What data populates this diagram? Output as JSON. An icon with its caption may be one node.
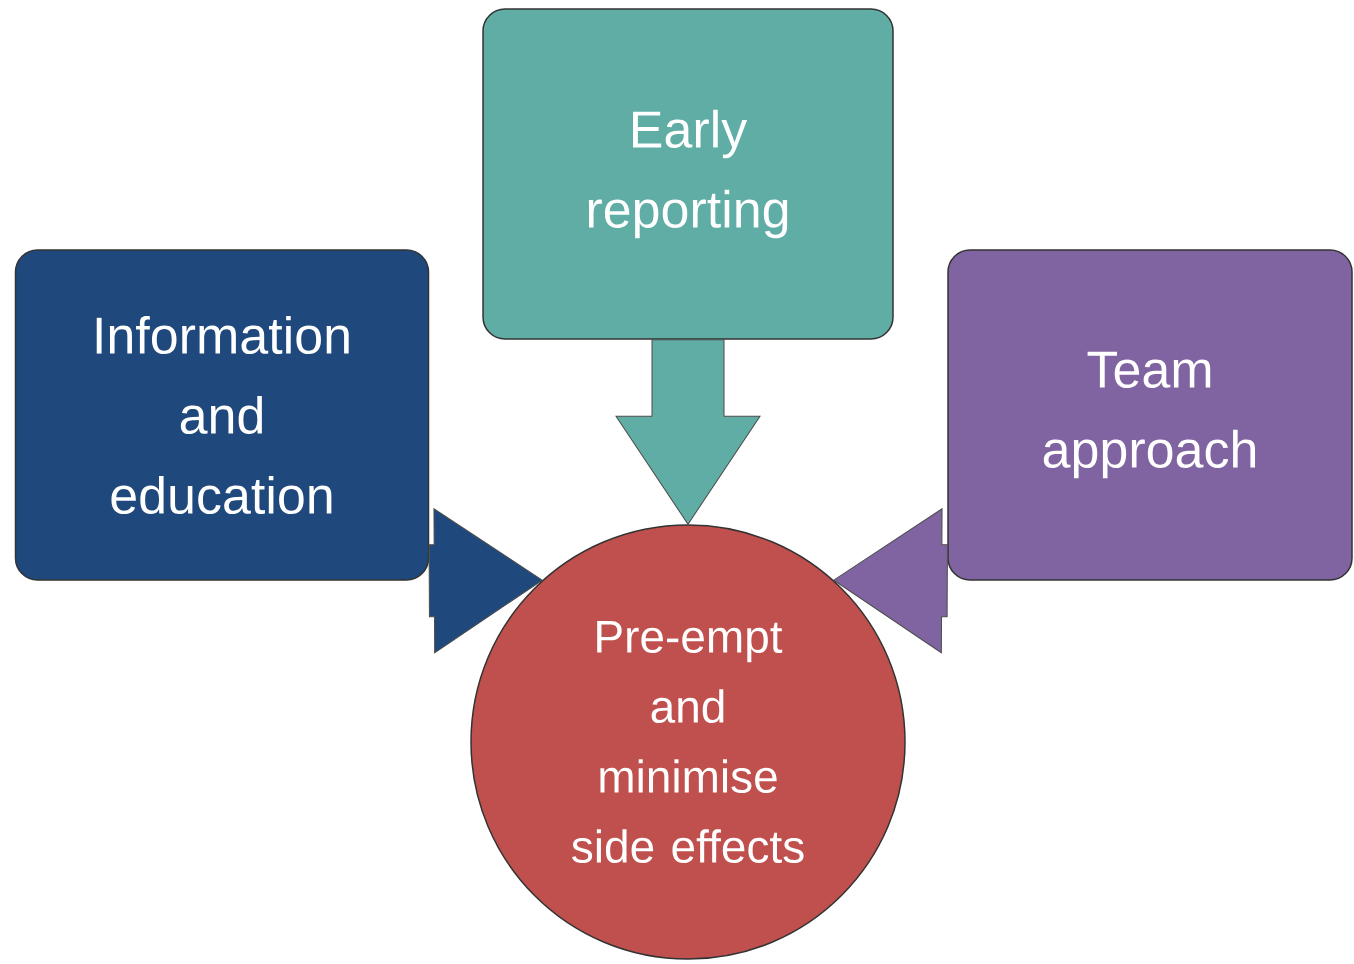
{
  "diagram": {
    "nodes": [
      {
        "text": [
          "Information and education"
        ]
      },
      {
        "text": [
          "Early reporting"
        ]
      },
      {
        "text": [
          "Team approach"
        ]
      },
      {
        "text": [
          "Pre-empt and minimise side effects"
        ]
      }
    ],
    "edges": [
      {
        "from": 0,
        "to": 3,
        "arrow": "to",
        "style": "thick",
        "color": "#1f497d"
      },
      {
        "from": 1,
        "to": 3,
        "arrow": "to",
        "style": "thick",
        "color": "#5fada5"
      },
      {
        "from": 2,
        "to": 3,
        "arrow": "to",
        "style": "thick",
        "color": "#8064a2"
      }
    ]
  }
}
